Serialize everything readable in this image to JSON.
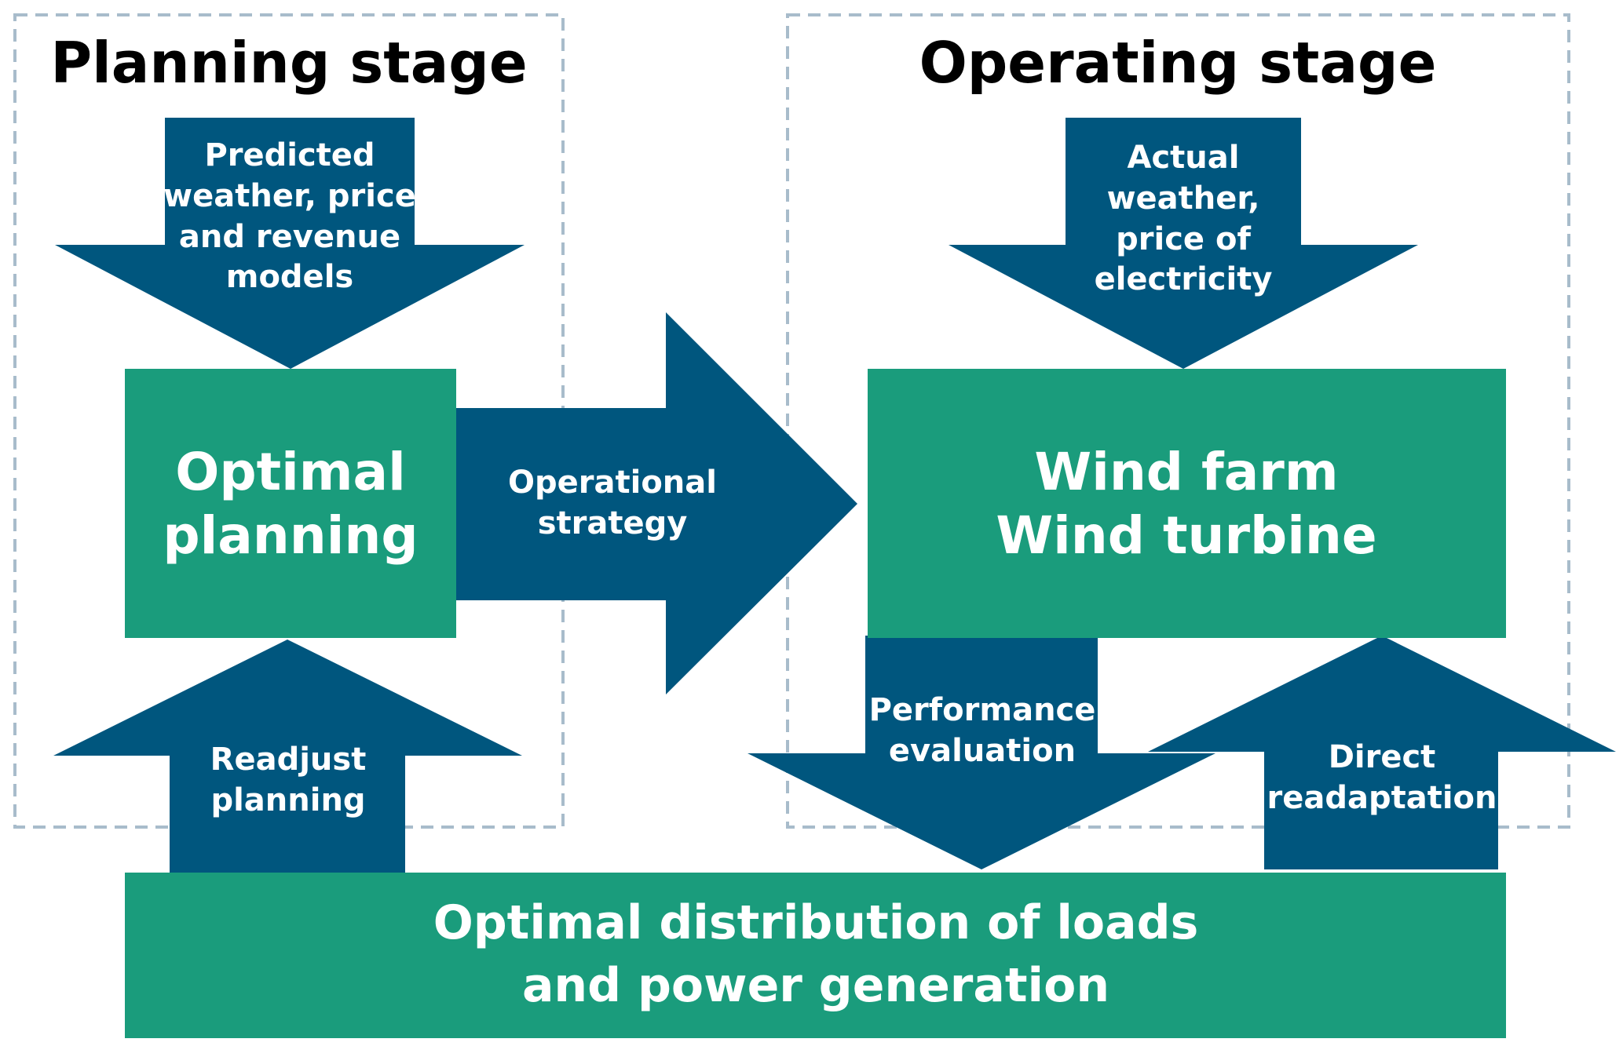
{
  "colors": {
    "teal": "#1a9c7c",
    "navy": "#00567e",
    "dashed_border": "#a8bccb",
    "title_text": "#000000",
    "label_text": "#ffffff"
  },
  "planning_stage": {
    "title": "Planning stage",
    "input_arrow": {
      "lines": [
        "Predicted",
        "weather, price",
        "and revenue",
        "models"
      ]
    },
    "box": {
      "lines": [
        "Optimal",
        "planning"
      ]
    },
    "feedback_arrow": {
      "lines": [
        "Readjust",
        "planning"
      ]
    }
  },
  "transition_arrow": {
    "lines": [
      "Operational",
      "strategy"
    ]
  },
  "operating_stage": {
    "title": "Operating stage",
    "input_arrow": {
      "lines": [
        "Actual",
        "weather,",
        "price of",
        "electricity"
      ]
    },
    "box": {
      "lines": [
        "Wind farm",
        "Wind turbine"
      ]
    },
    "evaluation_arrow": {
      "lines": [
        "Performance",
        "evaluation"
      ]
    },
    "readaptation_arrow": {
      "lines": [
        "Direct",
        "readaptation"
      ]
    }
  },
  "bottom_box": {
    "lines": [
      "Optimal distribution of loads",
      "and power generation"
    ]
  }
}
